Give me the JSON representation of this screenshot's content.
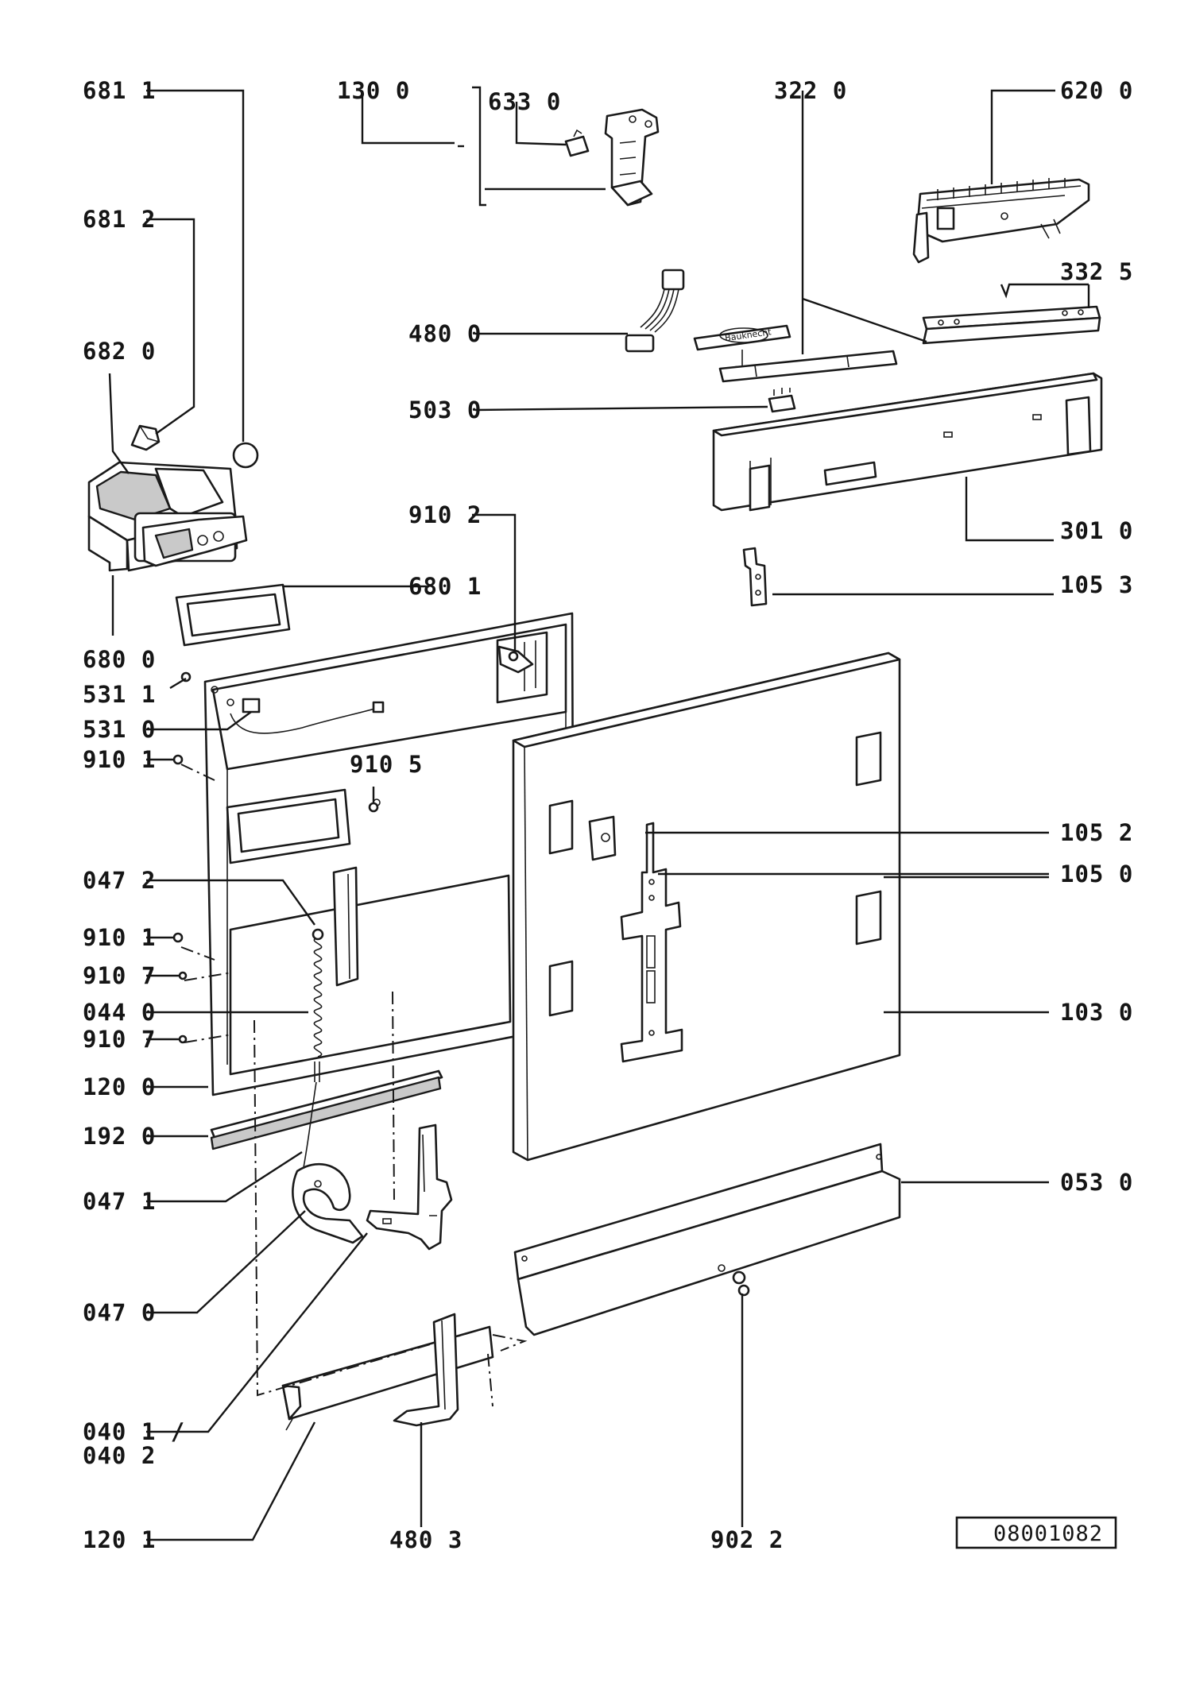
{
  "diagram": {
    "labels": {
      "p681_1": "681 1",
      "p681_2": "681 2",
      "p682_0": "682 0",
      "p680_0": "680 0",
      "p531_1": "531 1",
      "p531_0": "531 0",
      "p910_1a": "910 1",
      "p047_2": "047 2",
      "p910_1b": "910 1",
      "p910_7a": "910 7",
      "p044_0": "044 0",
      "p910_7b": "910 7",
      "p120_0": "120 0",
      "p192_0": "192 0",
      "p047_1": "047 1",
      "p047_0": "047 0",
      "p040_1": "040 1 /",
      "p040_2": "040 2",
      "p120_1": "120 1",
      "p130_0": "130 0",
      "p633_0": "633 0",
      "p480_0": "480 0",
      "p503_0": "503 0",
      "p910_2": "910 2",
      "p680_1": "680 1",
      "p910_5": "910 5",
      "p322_0": "322 0",
      "p620_0": "620 0",
      "p332_5": "332 5",
      "p301_0": "301 0",
      "p105_3": "105 3",
      "p105_2": "105 2",
      "p105_0": "105 0",
      "p103_0": "103 0",
      "p053_0": "053 0",
      "p480_3": "480 3",
      "p902_2": "902 2"
    },
    "sticker_text": "Bauknecht",
    "drawing_number": "08001082"
  }
}
